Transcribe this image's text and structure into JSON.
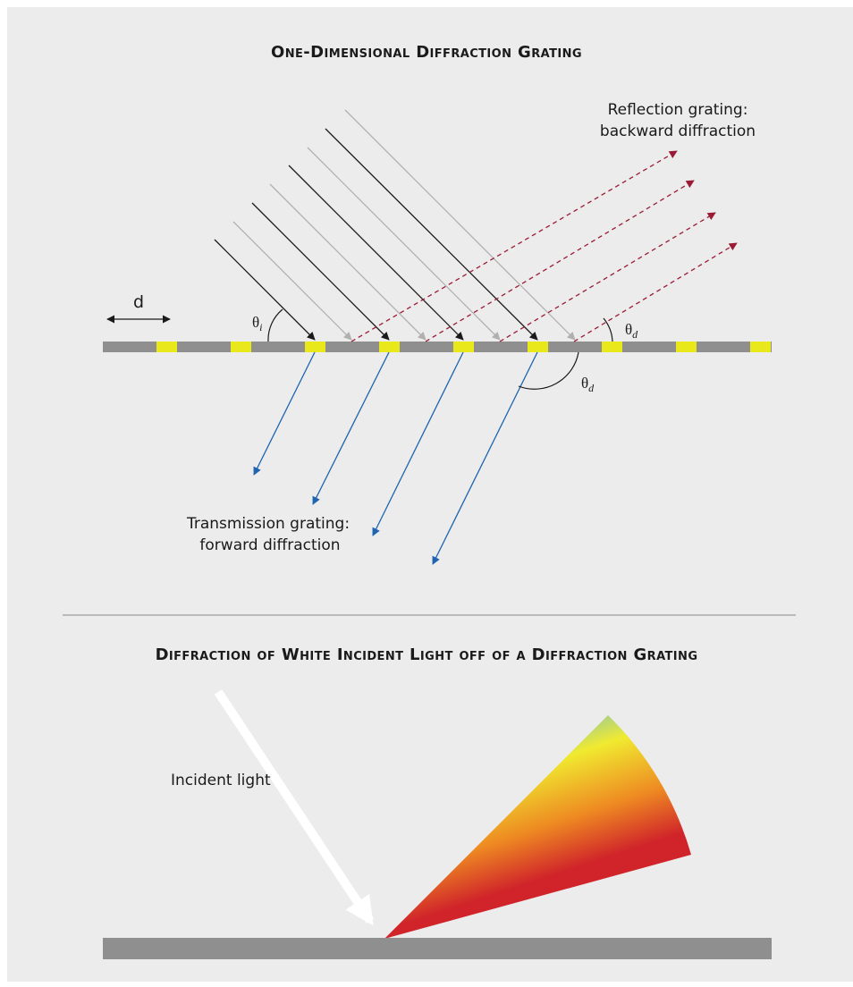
{
  "titles": {
    "top": "One-Dimensional Diffraction Grating",
    "bottom": "Diffraction of White Incident Light off of a Diffraction Grating"
  },
  "labels": {
    "reflection_line1": "Reflection grating:",
    "reflection_line2": "backward diffraction",
    "transmission_line1": "Transmission grating:",
    "transmission_line2": "forward diffraction",
    "d": "d",
    "theta_symbol": "θ",
    "theta_i_sub": "i",
    "theta_d_sub": "d",
    "incident_light": "Incident light"
  },
  "colors": {
    "panel_background": "#ececec",
    "grating_bar": "#8f8f8f",
    "grating_slit": "#e8e81a",
    "incident_black": "#1a1a1a",
    "incident_gray": "#b0b0b0",
    "reflection": "#9b1b35",
    "transmission": "#1f64b0",
    "separator": "#9a9a9a",
    "spectrum": [
      "#5a3e98",
      "#3b4aa0",
      "#66b8dc",
      "#f0ea30",
      "#ee8a22",
      "#d0242a"
    ]
  }
}
